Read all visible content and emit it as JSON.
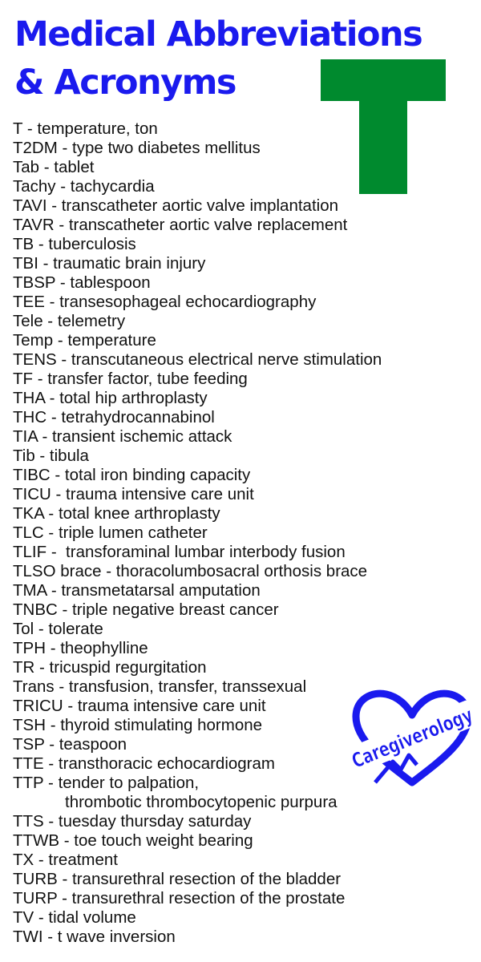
{
  "title": {
    "line1": "Medical Abbreviations",
    "line2": "& Acronyms"
  },
  "big_letter": "T",
  "logo_text": "Caregiverology",
  "colors": {
    "title": "#1a1aee",
    "letter": "#008a2e",
    "text": "#111111",
    "logo": "#1a1aee"
  },
  "entries": [
    {
      "text": "T - temperature, ton"
    },
    {
      "text": "T2DM - type two diabetes mellitus"
    },
    {
      "text": "Tab - tablet"
    },
    {
      "text": "Tachy - tachycardia"
    },
    {
      "text": "TAVI - transcatheter aortic valve implantation"
    },
    {
      "text": "TAVR - transcatheter aortic valve replacement"
    },
    {
      "text": "TB - tuberculosis"
    },
    {
      "text": "TBI - traumatic brain injury"
    },
    {
      "text": "TBSP - tablespoon"
    },
    {
      "text": "TEE - transesophageal echocardiography"
    },
    {
      "text": "Tele - telemetry"
    },
    {
      "text": "Temp - temperature"
    },
    {
      "text": "TENS - transcutaneous electrical nerve stimulation"
    },
    {
      "text": "TF - transfer factor, tube feeding"
    },
    {
      "text": "THA - total hip arthroplasty"
    },
    {
      "text": "THC - tetrahydrocannabinol"
    },
    {
      "text": "TIA - transient ischemic attack"
    },
    {
      "text": "Tib - tibula"
    },
    {
      "text": "TIBC - total iron binding capacity"
    },
    {
      "text": "TICU - trauma intensive care unit"
    },
    {
      "text": "TKA - total knee arthroplasty"
    },
    {
      "text": "TLC - triple lumen catheter"
    },
    {
      "text": "TLIF -  transforaminal lumbar interbody fusion"
    },
    {
      "text": "TLSO brace - thoracolumbosacral orthosis brace"
    },
    {
      "text": "TMA - transmetatarsal amputation"
    },
    {
      "text": "TNBC - triple negative breast cancer"
    },
    {
      "text": "Tol - tolerate"
    },
    {
      "text": "TPH - theophylline"
    },
    {
      "text": "TR - tricuspid regurgitation"
    },
    {
      "text": "Trans - transfusion, transfer, transsexual"
    },
    {
      "text": "TRICU - trauma intensive care unit"
    },
    {
      "text": "TSH - thyroid stimulating hormone"
    },
    {
      "text": "TSP - teaspoon"
    },
    {
      "text": "TTE - transthoracic echocardiogram"
    },
    {
      "text": "TTP - tender to palpation,",
      "continuation": "thrombotic thrombocytopenic purpura"
    },
    {
      "text": "TTS - tuesday thursday saturday"
    },
    {
      "text": "TTWB - toe touch weight bearing"
    },
    {
      "text": "TX - treatment"
    },
    {
      "text": "TURB - transurethral resection of the bladder"
    },
    {
      "text": "TURP - transurethral resection of the prostate"
    },
    {
      "text": "TV - tidal volume"
    },
    {
      "text": "TWI - t wave inversion"
    }
  ]
}
